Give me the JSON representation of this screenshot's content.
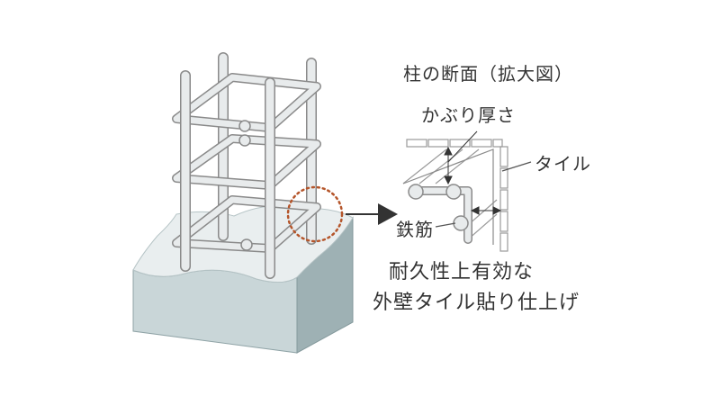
{
  "labels": {
    "section_title": "柱の断面（拡大図）",
    "cover_thickness": "かぶり厚さ",
    "tile": "タイル",
    "rebar": "鉄筋",
    "caption_line1": "耐久性上有効な",
    "caption_line2": "外壁タイル貼り仕上げ"
  },
  "icons": {
    "arrow": "right-triangle-arrow",
    "highlight": "dotted-circle"
  },
  "colors": {
    "concrete_top": "#e9eeef",
    "concrete_front": "#c9d6d8",
    "concrete_side": "#9eb1b4",
    "rebar_fill": "#e8ebec",
    "rebar_outline": "#8a8a8a",
    "highlight_circle": "#b5552a",
    "arrow": "#333333",
    "text": "#333333"
  }
}
